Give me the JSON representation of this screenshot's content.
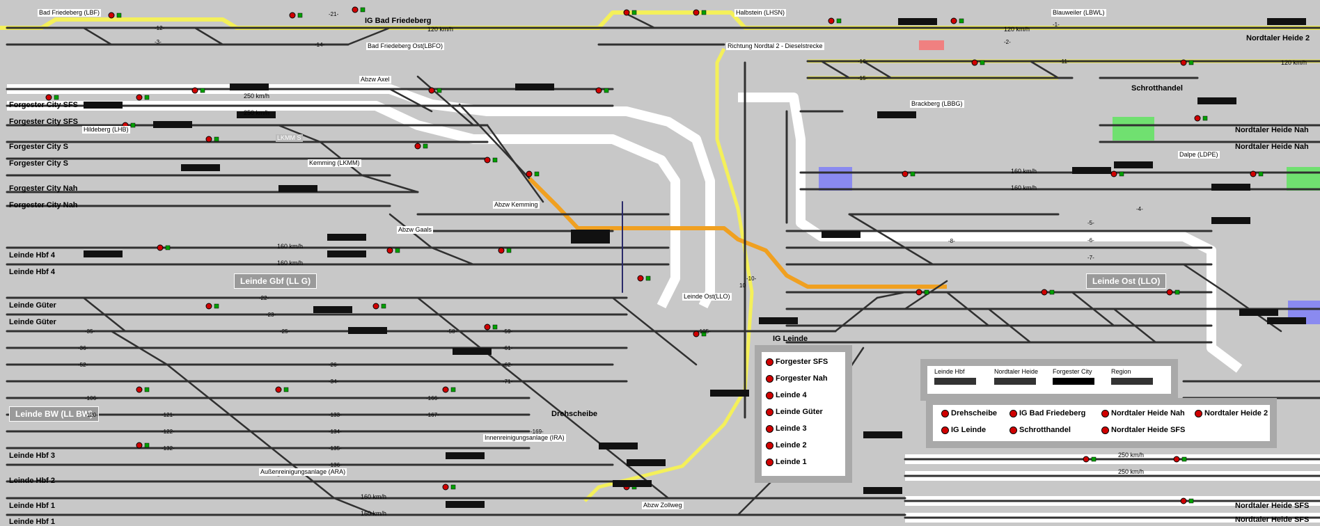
{
  "colors": {
    "background": "#c8c8c8",
    "track": "#303030",
    "sfs_track": "#ffffff",
    "active_route": "#f0a020",
    "highlight_route": "#f4f05a",
    "signal_red": "#d00000",
    "signal_green": "#00a000",
    "area_blue": "#8a8af0",
    "area_green": "#70e070",
    "area_pink": "#f08080"
  },
  "stations": {
    "bad_friedeberg_lbf": "Bad Friedeberg (LBF)",
    "ig_bad_friedeberg": "IG Bad Friedeberg",
    "bad_friedeberg_ost": "Bad Friedeberg Ost(LBFO)",
    "halbstein": "Halbstein (LHSN)",
    "blauweiler": "Blauweiler (LBWL)",
    "nordtaler_heide_2": "Nordtaler Heide 2",
    "richtung_nordtal": "Richtung Nordtal 2 - Dieselstrecke",
    "brackberg": "Brackberg (LBBG)",
    "schrotthandel": "Schrotthandel",
    "nordtaler_heide_nah_1": "Nordtaler Heide Nah",
    "nordtaler_heide_nah_2": "Nordtaler Heide Nah",
    "dalpe": "Dalpe (LDPE)",
    "forgester_city_sfs_1": "Forgester City SFS",
    "forgester_city_sfs_2": "Forgester City SFS",
    "forgester_city_s_1": "Forgester City S",
    "forgester_city_s_2": "Forgester City S",
    "forgester_city_nah_1": "Forgester City Nah",
    "forgester_city_nah_2": "Forgester City Nah",
    "hildeberg": "Hildeberg (LHB)",
    "lkmm_s": "LKMM S",
    "kemming": "Kemming (LKMM)",
    "abzw_axel": "Abzw Axel",
    "abzw_kemming": "Abzw Kemming",
    "abzw_gaals": "Abzw Gaals",
    "leinde_hbf_4_1": "Leinde Hbf 4",
    "leinde_hbf_4_2": "Leinde Hbf 4",
    "leinde_gbf": "Leinde Gbf (LL G)",
    "leinde_gueter_1": "Leinde Güter",
    "leinde_gueter_2": "Leinde Güter",
    "leinde_ost_llo_small": "Leinde Ost(LLO)",
    "leinde_ost_llo": "Leinde Ost (LLO)",
    "ig_leinde": "IG Leinde",
    "leinde_bw": "Leinde BW (LL BW)",
    "drehscheibe": "Drehscheibe",
    "innenreinigung": "Innenreinigungsanlage (IRA)",
    "aussenreinigung": "Außenreinigungsanlage (ARA)",
    "leinde_hbf_3": "Leinde Hbf 3",
    "leinde_hbf_2": "Leinde Hbf 2",
    "leinde_hbf_1_1": "Leinde Hbf 1",
    "leinde_hbf_1_2": "Leinde Hbf 1",
    "abzw_zollweg": "Abzw Zollweg",
    "nordtaler_heide_sfs_1": "Nordtaler Heide SFS",
    "nordtaler_heide_sfs_2": "Nordtaler Heide SFS"
  },
  "speeds": {
    "s120_a": "120 km/h",
    "s120_b": "120 km/h",
    "s120_c": "120 km/h",
    "s250_a": "250 km/h",
    "s250_b": "250 km/h",
    "s250_c": "250 km/h",
    "s250_d": "250 km/h",
    "s160_a": "160 km/h",
    "s160_b": "160 km/h",
    "s160_c": "160 km/h",
    "s160_d": "160 km/h",
    "s160_e": "160 km/h",
    "s160_f": "160 km/h"
  },
  "destination_panel": {
    "items": [
      "Forgester SFS",
      "Forgester Nah",
      "Leinde 4",
      "Leinde Güter",
      "Leinde 3",
      "Leinde 2",
      "Leinde 1"
    ]
  },
  "legend": {
    "headers": [
      "Leinde Hbf",
      "Nordtaler Heide",
      "Forgester City",
      "Region"
    ],
    "destinations": [
      "Drehscheibe",
      "IG Bad Friedeberg",
      "Nordtaler Heide Nah",
      "Nordtaler Heide 2",
      "IG Leinde",
      "Schrotthandel",
      "Nordtaler Heide SFS"
    ]
  },
  "track_numbers": [
    "-1-",
    "-2-",
    "-3-",
    "-4-",
    "-5-",
    "-6-",
    "-7-",
    "-8-",
    "-10-",
    "-11-",
    "-12-",
    "-14-",
    "-15-",
    "-16-",
    "-21-",
    "-22-",
    "-23-",
    "-25-",
    "-26-",
    "-34-",
    "-35-",
    "-36-",
    "-52-",
    "-58-",
    "-59-",
    "-61-",
    "-62-",
    "-71-",
    "-105-",
    "-106-",
    "-120-",
    "-121-",
    "-122-",
    "-132-",
    "-133-",
    "-134-",
    "-135-",
    "-136-",
    "-166-",
    "-167-",
    "-169-",
    "10"
  ]
}
